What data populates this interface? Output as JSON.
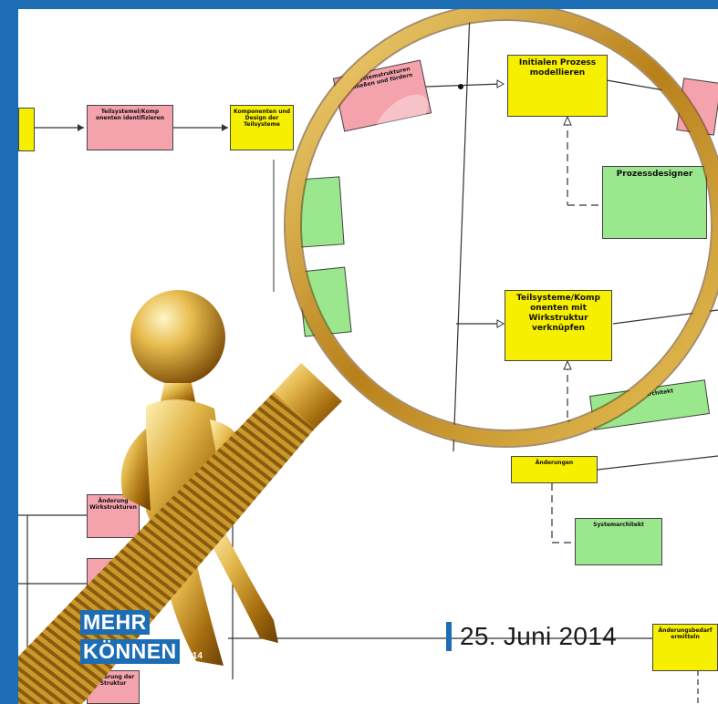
{
  "banner": {
    "date_text": "25. Juni 2014",
    "logo_line1": "MEHR",
    "logo_line2": "KÖNNEN",
    "logo_year": "2014"
  },
  "diagram": {
    "nodes": [
      {
        "text": "Teilsystemel/Komp onenten identifizieren",
        "color": "red"
      },
      {
        "text": "Komponenten und Design der Teilsysteme",
        "color": "yellow"
      },
      {
        "text": "Teilsystemstrukturen schließen und fördern",
        "color": "red"
      },
      {
        "text": "Initialen Prozess modellieren",
        "color": "yellow"
      },
      {
        "text": "Prozessdesigner",
        "color": "green"
      },
      {
        "text": "Teilsysteme/Komp onenten mit Wirkstruktur verknüpfen",
        "color": "yellow"
      },
      {
        "text": "Systemarchitekt",
        "color": "green"
      },
      {
        "text": "Änderungen",
        "color": "yellow"
      },
      {
        "text": "Systemarchitekt",
        "color": "green"
      },
      {
        "text": "Änderungsbedarf ermitteln",
        "color": "yellow"
      },
      {
        "text": "Änderung Wirkstrukturen",
        "color": "red"
      },
      {
        "text": "Änderung der Struktur",
        "color": "red"
      }
    ]
  },
  "colors": {
    "brand_blue": "#1d6db5",
    "process_yellow": "#f7ef00",
    "decision_red": "#f4a2ac",
    "role_green": "#9be78e",
    "magnifier_gold": "#c9992b"
  },
  "icons": [
    "magnifying-glass-icon",
    "golden-figure-illustration"
  ]
}
